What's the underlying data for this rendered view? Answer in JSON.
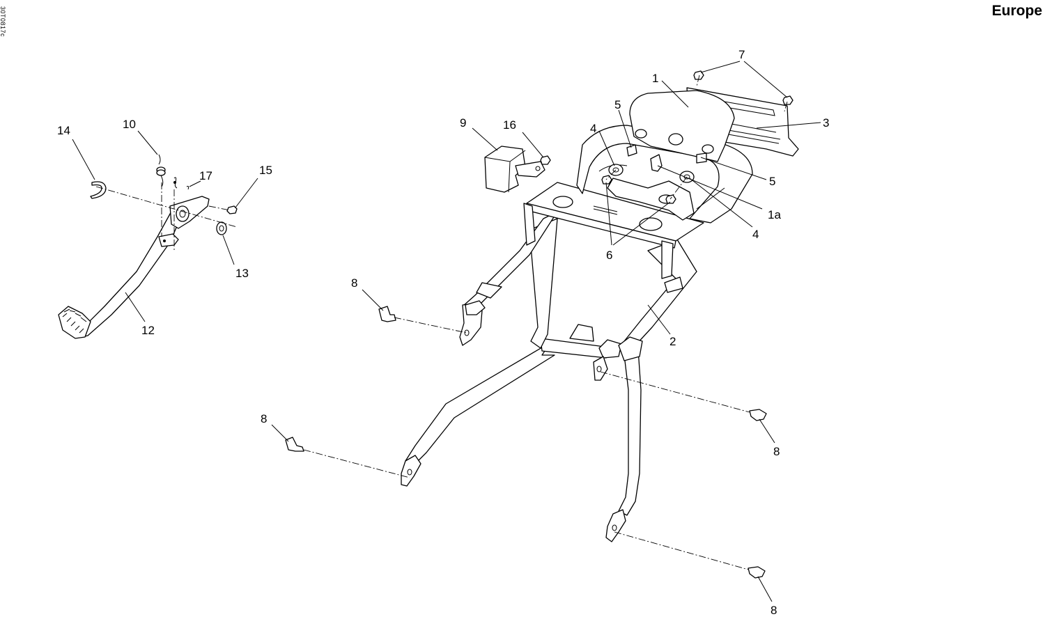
{
  "header": {
    "region_label": "Europe",
    "drawing_id": "30T0817c"
  },
  "callouts": [
    {
      "id": "c7",
      "label": "7"
    },
    {
      "id": "c1",
      "label": "1"
    },
    {
      "id": "c3",
      "label": "3"
    },
    {
      "id": "c5a",
      "label": "5"
    },
    {
      "id": "c4a",
      "label": "4"
    },
    {
      "id": "c9",
      "label": "9"
    },
    {
      "id": "c16",
      "label": "16"
    },
    {
      "id": "c5b",
      "label": "5"
    },
    {
      "id": "c1a",
      "label": "1a"
    },
    {
      "id": "c4b",
      "label": "4"
    },
    {
      "id": "c6",
      "label": "6"
    },
    {
      "id": "c2",
      "label": "2"
    },
    {
      "id": "c8a",
      "label": "8"
    },
    {
      "id": "c8b",
      "label": "8"
    },
    {
      "id": "c8c",
      "label": "8"
    },
    {
      "id": "c8d",
      "label": "8"
    },
    {
      "id": "c14",
      "label": "14"
    },
    {
      "id": "c10",
      "label": "10"
    },
    {
      "id": "c17",
      "label": "17"
    },
    {
      "id": "c15",
      "label": "15"
    },
    {
      "id": "c13",
      "label": "13"
    },
    {
      "id": "c12",
      "label": "12"
    }
  ]
}
